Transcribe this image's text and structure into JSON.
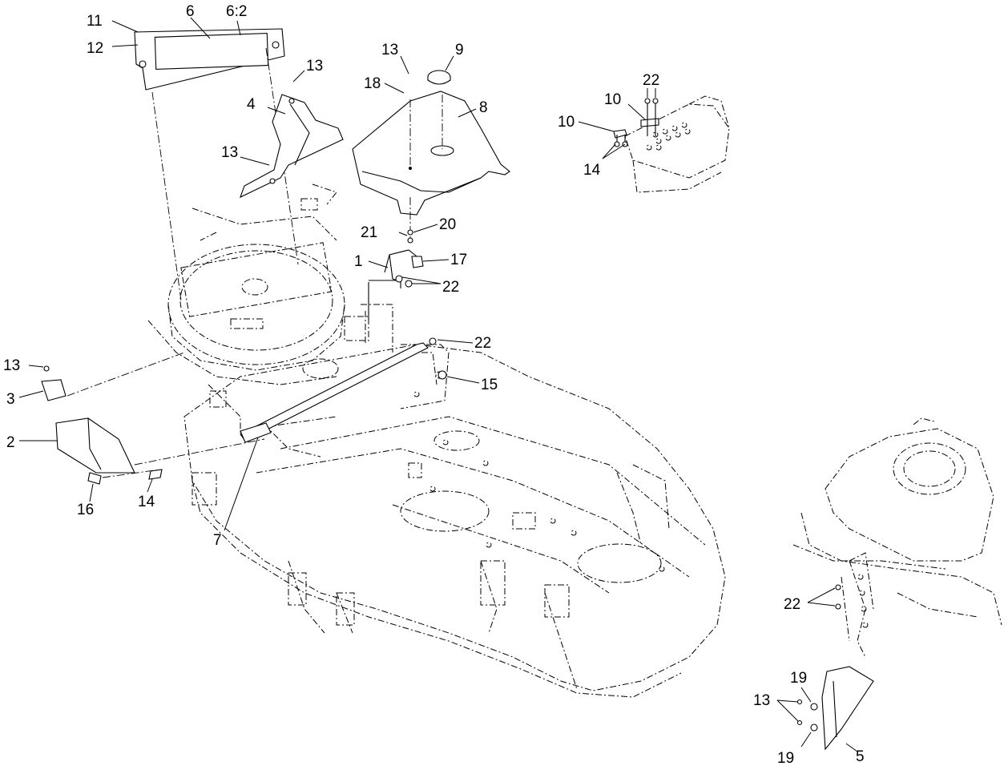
{
  "callouts": {
    "c1": "1",
    "c2": "2",
    "c3": "3",
    "c4": "4",
    "c5": "5",
    "c6": "6",
    "c6_2": "6:2",
    "c7": "7",
    "c8": "8",
    "c9": "9",
    "c10a": "10",
    "c10b": "10",
    "c11": "11",
    "c12": "12",
    "c13a": "13",
    "c13b": "13",
    "c13c": "13",
    "c13d": "13",
    "c13e": "13",
    "c14a": "14",
    "c14b": "14",
    "c15": "15",
    "c16": "16",
    "c17": "17",
    "c18": "18",
    "c19a": "19",
    "c19b": "19",
    "c20": "20",
    "c21": "21",
    "c22a": "22",
    "c22b": "22",
    "c22c": "22",
    "c22d": "22"
  }
}
